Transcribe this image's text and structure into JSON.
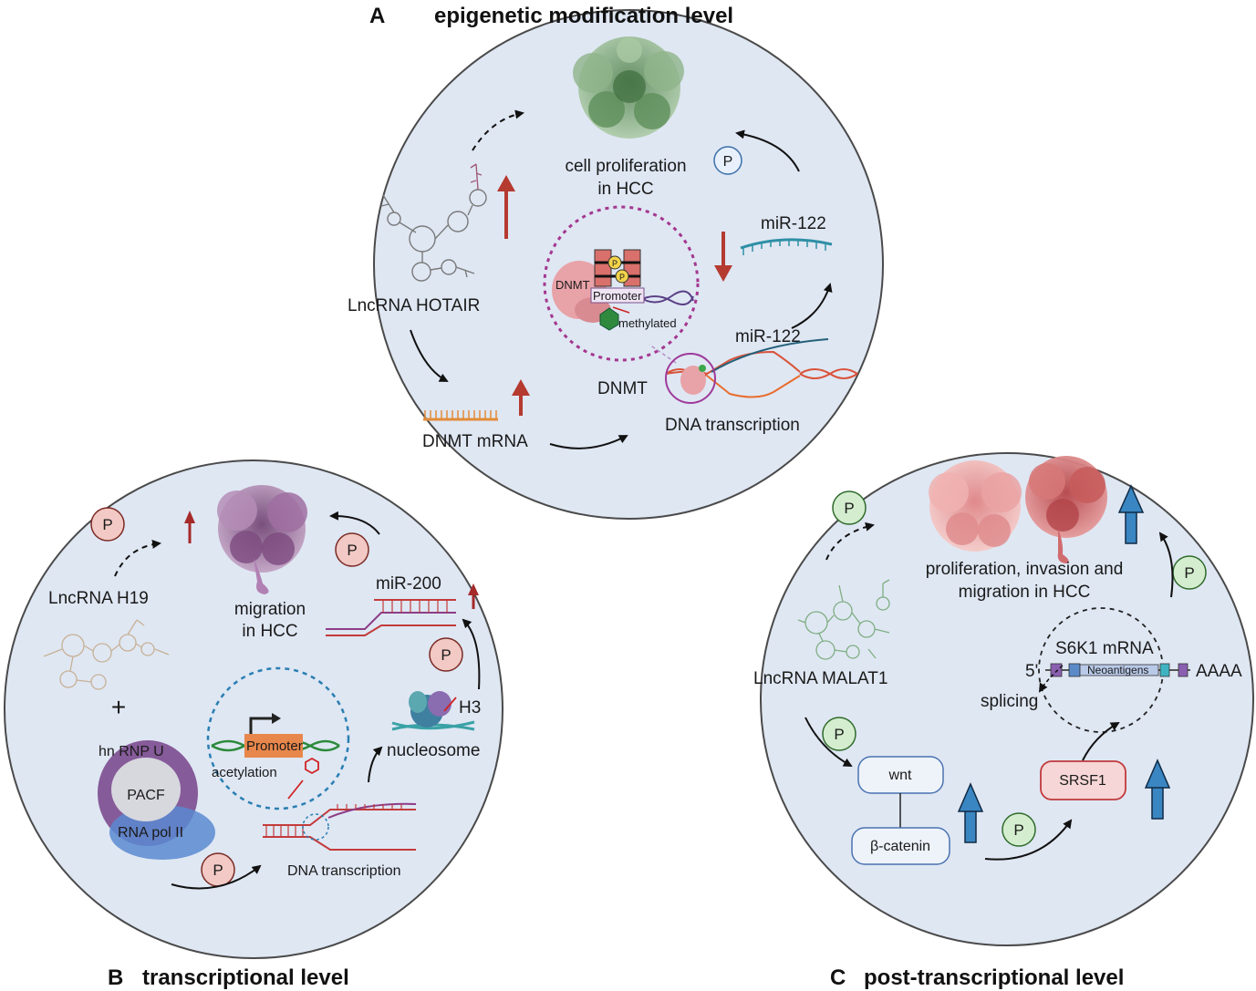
{
  "panel_a": {
    "letter": "A",
    "title": "epigenetic modification level",
    "cell_label_1": "cell proliferation",
    "cell_label_2": "in HCC",
    "lncrna": "LncRNA HOTAIR",
    "mirna_top": "miR-122",
    "mirna_bottom": "miR-122",
    "dnmt_mrna": "DNMT mRNA",
    "dnmt": "DNMT",
    "dnmt_inner": "DNMT",
    "promoter": "Promoter",
    "methylated": "methylated",
    "p_small": "P",
    "dna_transcription": "DNA transcription",
    "p": "P"
  },
  "panel_b": {
    "letter": "B",
    "title": "transcriptional level",
    "lncrna": "LncRNA H19",
    "cell_label_1": "migration",
    "cell_label_2": "in HCC",
    "mirna": "miR-200",
    "plus": "+",
    "hnrnp": "hn RNP U",
    "pacf": "PACF",
    "rnapol": "RNA pol II",
    "promoter": "Promoter",
    "acetylation": "acetylation",
    "h3": "H3",
    "nucleosome": "nucleosome",
    "dna_transcription": "DNA transcription",
    "p": "P"
  },
  "panel_c": {
    "letter": "C",
    "title": "post-transcriptional level",
    "cell_label_1": "proliferation, invasion and",
    "cell_label_2": "migration in HCC",
    "lncrna": "LncRNA MALAT1",
    "s6k1": "S6K1 mRNA",
    "five_prime": "5'",
    "neoantigens": "Neoantigens",
    "polya": "AAAA",
    "splicing": "splicing",
    "wnt": "wnt",
    "bcatenin": "β-catenin",
    "srsf1": "SRSF1",
    "p": "P"
  },
  "colors": {
    "circle_fill": "#dfe7f3",
    "circle_stroke": "#4a4a4a",
    "red_arrow": "#b53a30",
    "blue_arrow": "#3a86c2",
    "p_red_fill": "#f2c9c4",
    "p_green_fill": "#d4edcf",
    "p_blue_fill": "#e7f0fb",
    "tumor_green": "#6f9e6b",
    "tumor_purple": "#8f5b8f",
    "tumor_pink": "#e69a98",
    "tumor_red": "#c75a5a"
  }
}
